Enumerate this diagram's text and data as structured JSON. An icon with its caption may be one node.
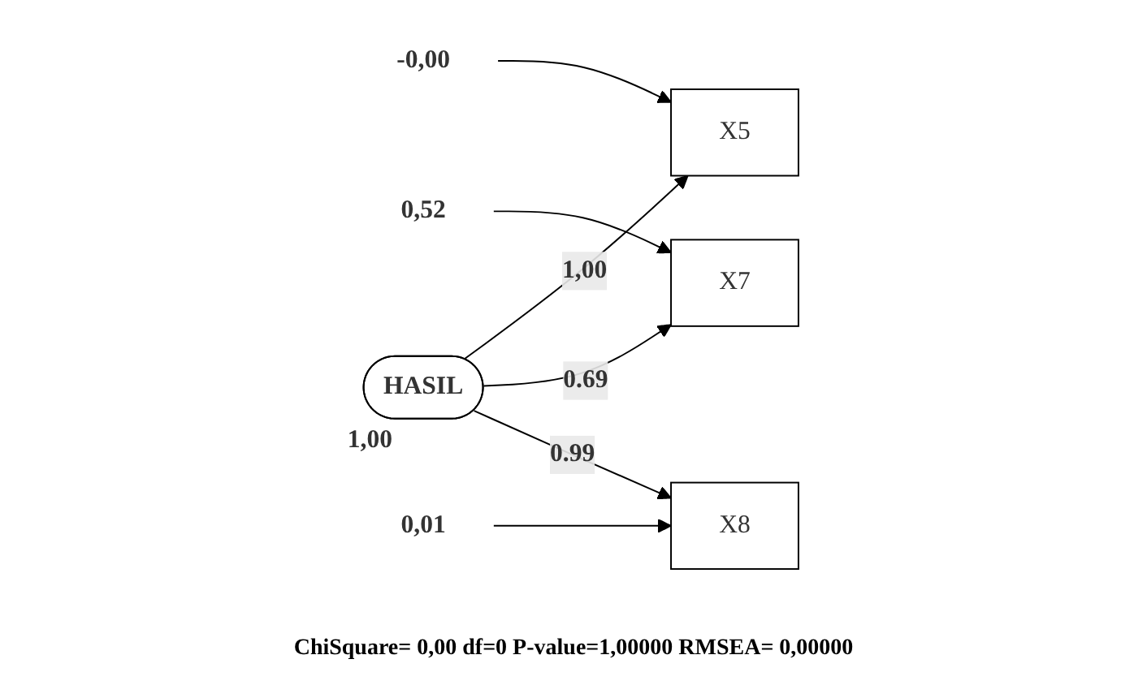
{
  "diagram": {
    "caption": "ChiSquare= 0,00 df=0 P-value=1,00000 RMSEA= 0,00000",
    "nodes": [
      {
        "text": [
          "-0,00"
        ]
      },
      {
        "text": [
          "X5"
        ]
      },
      {
        "text": [
          "0,52"
        ]
      },
      {
        "text": [
          "X7"
        ]
      },
      {
        "text": [
          "0,01"
        ]
      },
      {
        "text": [
          "X8"
        ]
      },
      {
        "text": [
          "HASIL"
        ],
        "beside": [
          "1,00"
        ]
      }
    ],
    "edges": [
      {
        "from": 0,
        "to": 1,
        "arrow": "to"
      },
      {
        "from": 2,
        "to": 3,
        "arrow": "to"
      },
      {
        "from": 4,
        "to": 5,
        "arrow": "to"
      },
      {
        "from": 6,
        "to": 1,
        "arrow": "to",
        "label": "1,00"
      },
      {
        "from": 6,
        "to": 3,
        "arrow": "to",
        "label": "0.69"
      },
      {
        "from": 6,
        "to": 5,
        "arrow": "to",
        "label": "0.99"
      }
    ]
  }
}
